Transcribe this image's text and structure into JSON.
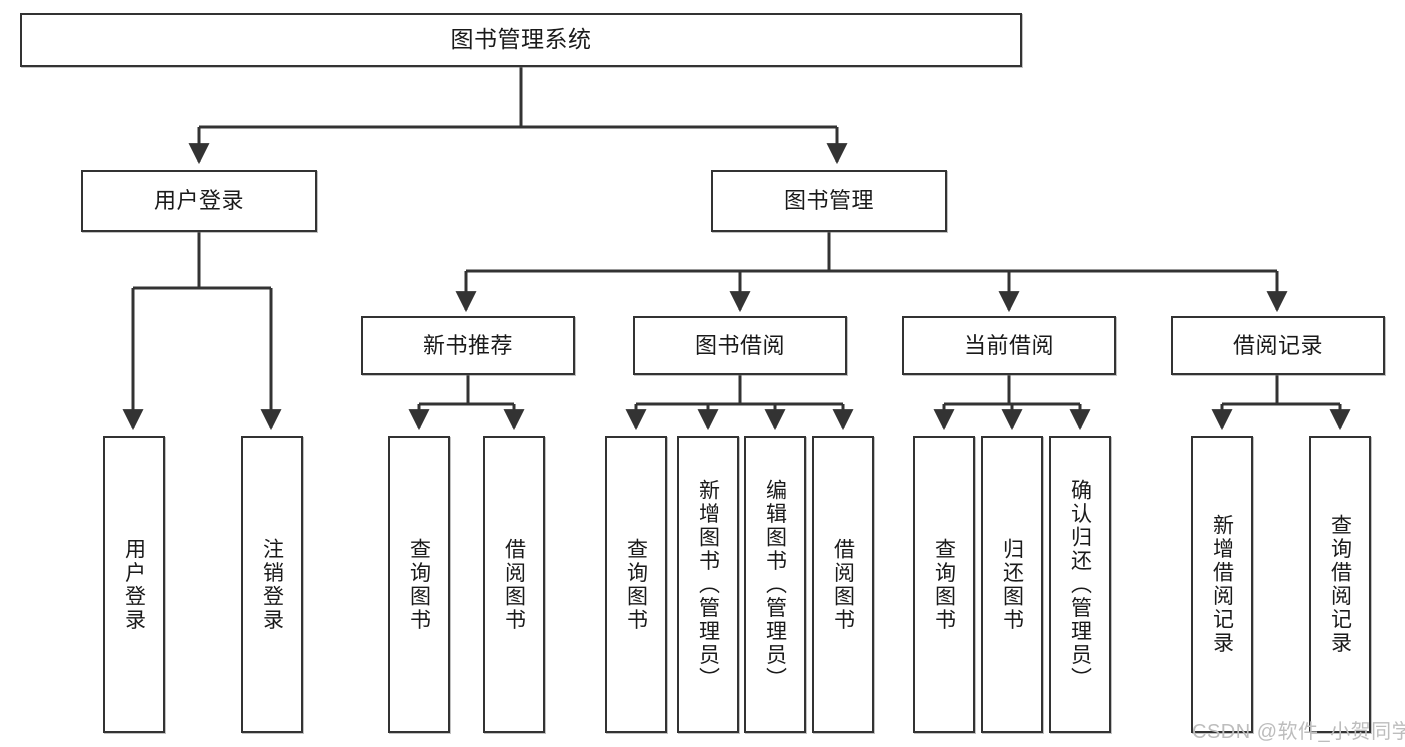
{
  "diagram": {
    "type": "tree",
    "title_node": {
      "label": "图书管理系统"
    },
    "level2": [
      {
        "id": "user-login",
        "label": "用户登录"
      },
      {
        "id": "book-manage",
        "label": "图书管理"
      }
    ],
    "level3": [
      {
        "id": "new-book-recommend",
        "label": "新书推荐"
      },
      {
        "id": "book-borrow",
        "label": "图书借阅"
      },
      {
        "id": "current-borrow",
        "label": "当前借阅"
      },
      {
        "id": "borrow-record",
        "label": "借阅记录"
      }
    ],
    "leaves": {
      "user_login": [
        {
          "id": "leaf-user-login",
          "label": "用户登录"
        },
        {
          "id": "leaf-logout",
          "label": "注销登录"
        }
      ],
      "new_book_recommend": [
        {
          "id": "leaf-query-book-1",
          "label": "查询图书"
        },
        {
          "id": "leaf-borrow-book-1",
          "label": "借阅图书"
        }
      ],
      "book_borrow": [
        {
          "id": "leaf-query-book-2",
          "label": "查询图书"
        },
        {
          "id": "leaf-add-book",
          "label": "新增图书（管理员）"
        },
        {
          "id": "leaf-edit-book",
          "label": "编辑图书（管理员）"
        },
        {
          "id": "leaf-borrow-book-2",
          "label": "借阅图书"
        }
      ],
      "current_borrow": [
        {
          "id": "leaf-query-book-3",
          "label": "查询图书"
        },
        {
          "id": "leaf-return-book",
          "label": "归还图书"
        },
        {
          "id": "leaf-confirm-return",
          "label": "确认归还（管理员）"
        }
      ],
      "borrow_record": [
        {
          "id": "leaf-add-record",
          "label": "新增借阅记录"
        },
        {
          "id": "leaf-query-record",
          "label": "查询借阅记录"
        }
      ]
    }
  },
  "watermark": {
    "text": "CSDN @软件_小贺同学"
  },
  "colors": {
    "border": "#333333",
    "background": "#ffffff",
    "text": "#1a1a1a",
    "watermark": "#bdbdbd"
  }
}
